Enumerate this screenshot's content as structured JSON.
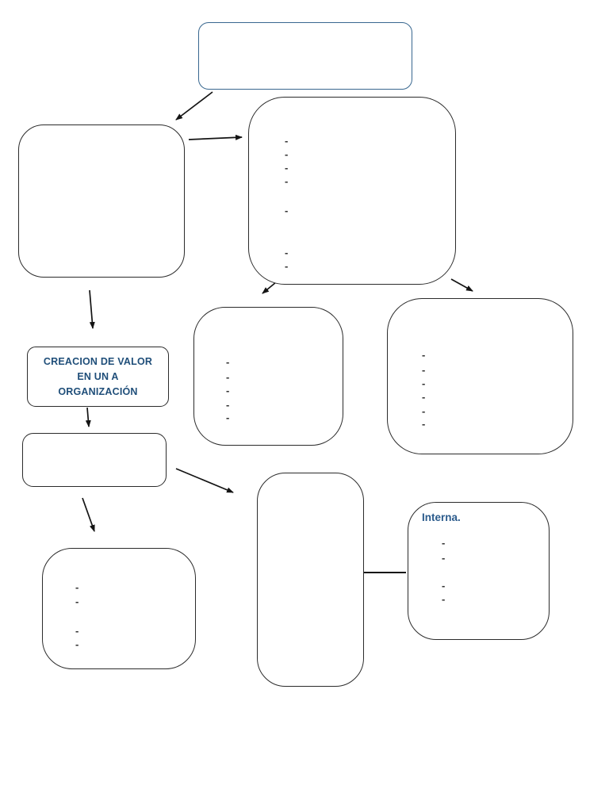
{
  "colors": {
    "topic_border": "#38678f",
    "node_border": "#2b2b2b",
    "arrow": "#141414",
    "creacion_text": "#1f4e79",
    "interna_text": "#2b5b8c",
    "dash": "#333333"
  },
  "diagram": {
    "nodes": {
      "topic": {
        "label": ""
      },
      "left": {
        "label": ""
      },
      "overview": {
        "label": "",
        "dashes": [
          "-",
          "-",
          "-",
          "-",
          "-",
          "-",
          "-"
        ]
      },
      "midleft": {
        "label": "",
        "dashes": [
          "-",
          "-",
          "-",
          "-",
          "-"
        ]
      },
      "right": {
        "label": "",
        "dashes": [
          "-",
          "-",
          "-",
          "-",
          "-",
          "-"
        ]
      },
      "creacion": {
        "lines": [
          "CREACION DE VALOR",
          "EN UN A",
          "ORGANIZACIÓN"
        ]
      },
      "small": {
        "label": ""
      },
      "bottomleft": {
        "label": "",
        "dashes": [
          "-",
          "-",
          "-",
          "-"
        ]
      },
      "tall": {
        "label": ""
      },
      "interna": {
        "title": "Interna.",
        "dashes": [
          "-",
          "-",
          "-",
          "-"
        ]
      }
    },
    "connections": [
      {
        "from": "topic",
        "to": "left",
        "style": "arrow"
      },
      {
        "from": "left",
        "to": "overview",
        "style": "arrow"
      },
      {
        "from": "left",
        "to": "creacion",
        "style": "arrow"
      },
      {
        "from": "overview",
        "to": "midleft",
        "style": "arrow"
      },
      {
        "from": "overview",
        "to": "right",
        "style": "arrow"
      },
      {
        "from": "creacion",
        "to": "small",
        "style": "arrow"
      },
      {
        "from": "small",
        "to": "tall",
        "style": "arrow"
      },
      {
        "from": "small",
        "to": "bottomleft",
        "style": "arrow"
      },
      {
        "from": "tall",
        "to": "interna",
        "style": "line"
      }
    ]
  }
}
